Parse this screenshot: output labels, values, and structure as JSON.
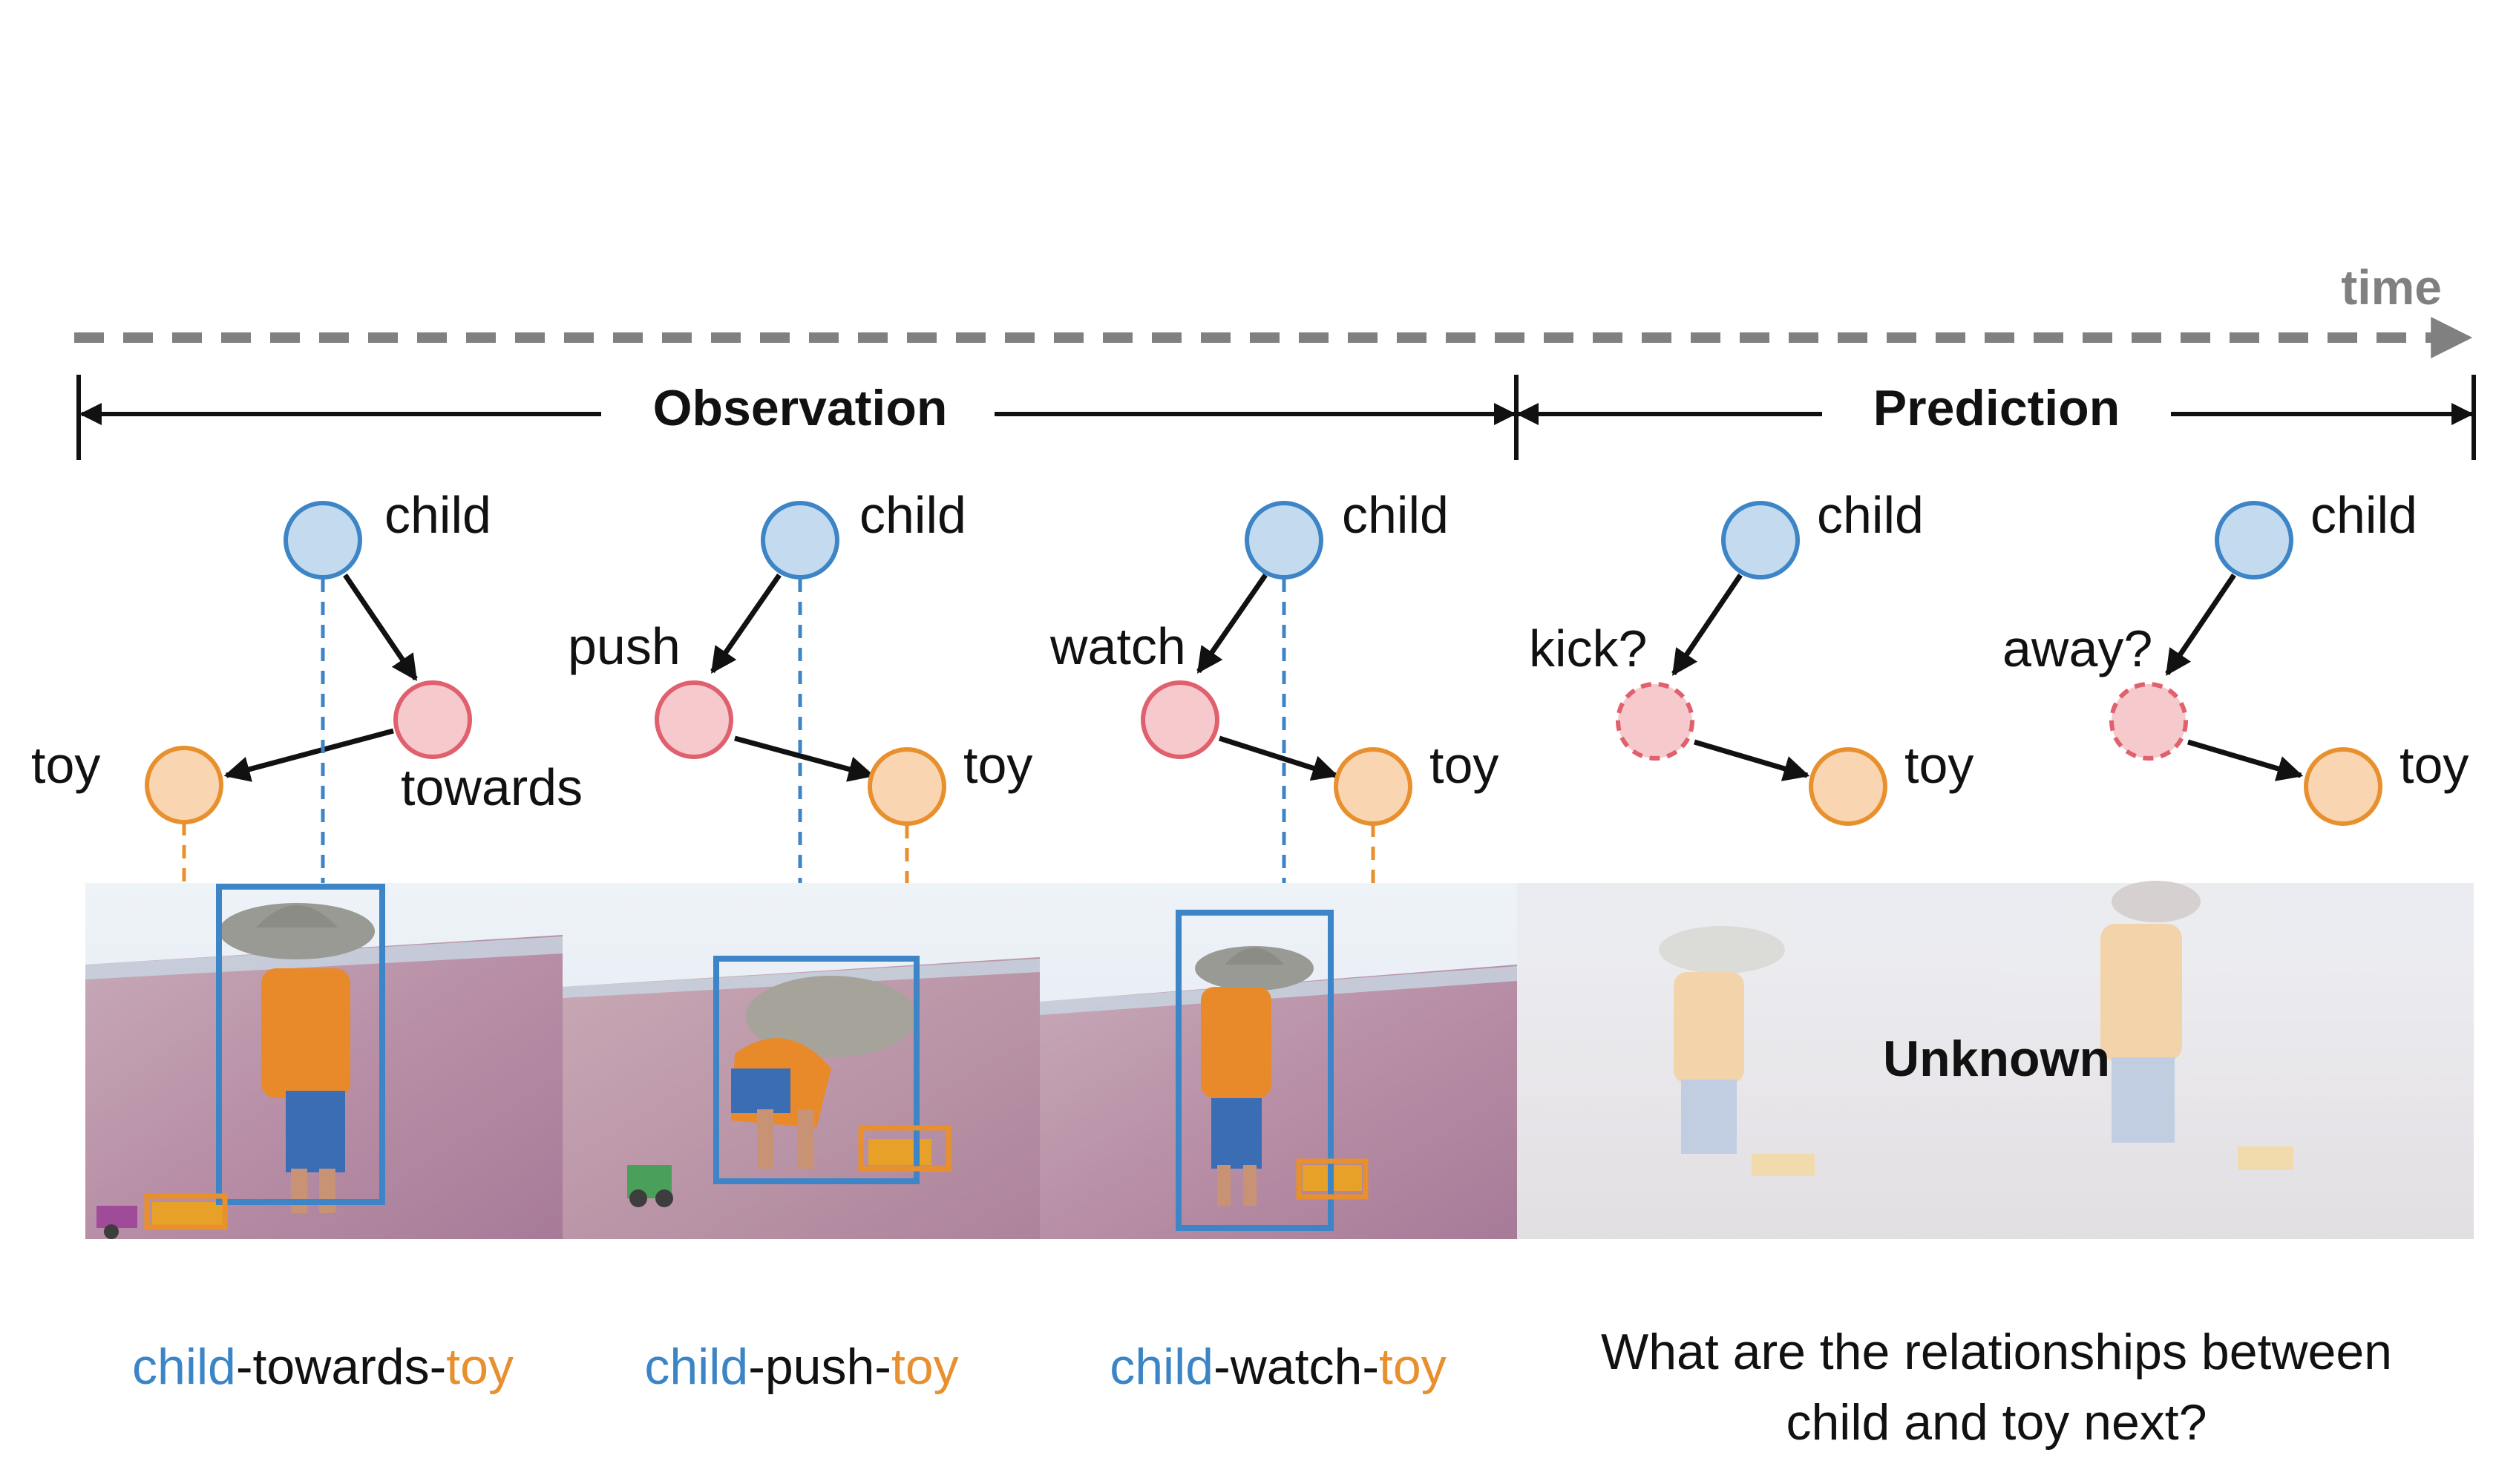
{
  "time_label": "time",
  "phases": {
    "observation": "Observation",
    "prediction": "Prediction"
  },
  "graphs": [
    {
      "subject": "child",
      "relation": "towards",
      "object": "toy"
    },
    {
      "subject": "child",
      "relation": "push",
      "object": "toy"
    },
    {
      "subject": "child",
      "relation": "watch",
      "object": "toy"
    },
    {
      "subject": "child",
      "relation": "kick?",
      "object": "toy"
    },
    {
      "subject": "child",
      "relation": "away?",
      "object": "toy"
    }
  ],
  "captions": [
    {
      "subject": "child",
      "relation": "-towards-",
      "object": "toy"
    },
    {
      "subject": "child",
      "relation": "-push-",
      "object": "toy"
    },
    {
      "subject": "child",
      "relation": "-watch-",
      "object": "toy"
    }
  ],
  "unknown_label": "Unknown",
  "question": {
    "line1": "What are the relationships between",
    "line2": "child and toy next?"
  },
  "colors": {
    "child_node_fill": "#c4dbef",
    "child_node_stroke": "#3d85c6",
    "relation_node_fill": "#f6c9cd",
    "relation_node_stroke": "#e0606e",
    "toy_node_fill": "#f9d6b1",
    "toy_node_stroke": "#e8902e",
    "child_box": "#3d85c6",
    "toy_box": "#e8902e",
    "timeline": "#808080"
  }
}
